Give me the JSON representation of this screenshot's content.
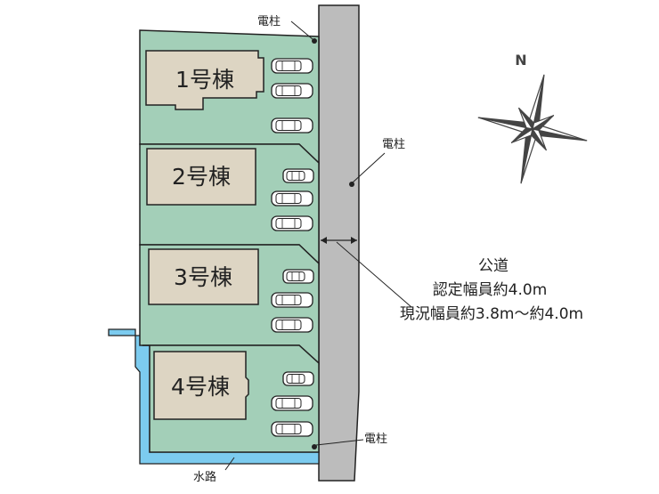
{
  "colors": {
    "lot": "#a3cfb8",
    "building": "#ddd5c3",
    "road": "#bcbcbc",
    "water": "#7ccbef",
    "outline": "#222222"
  },
  "buildings": [
    {
      "label": "1号棟"
    },
    {
      "label": "2号棟"
    },
    {
      "label": "3号棟"
    },
    {
      "label": "4号棟"
    }
  ],
  "poles": [
    {
      "label": "電柱"
    },
    {
      "label": "電柱"
    },
    {
      "label": "電柱"
    }
  ],
  "water_label": "水路",
  "road": {
    "title": "公道",
    "certified_width": "認定幅員約4.0m",
    "actual_width": "現況幅員約3.8m～約4.0m"
  },
  "compass": {
    "north": "N"
  }
}
